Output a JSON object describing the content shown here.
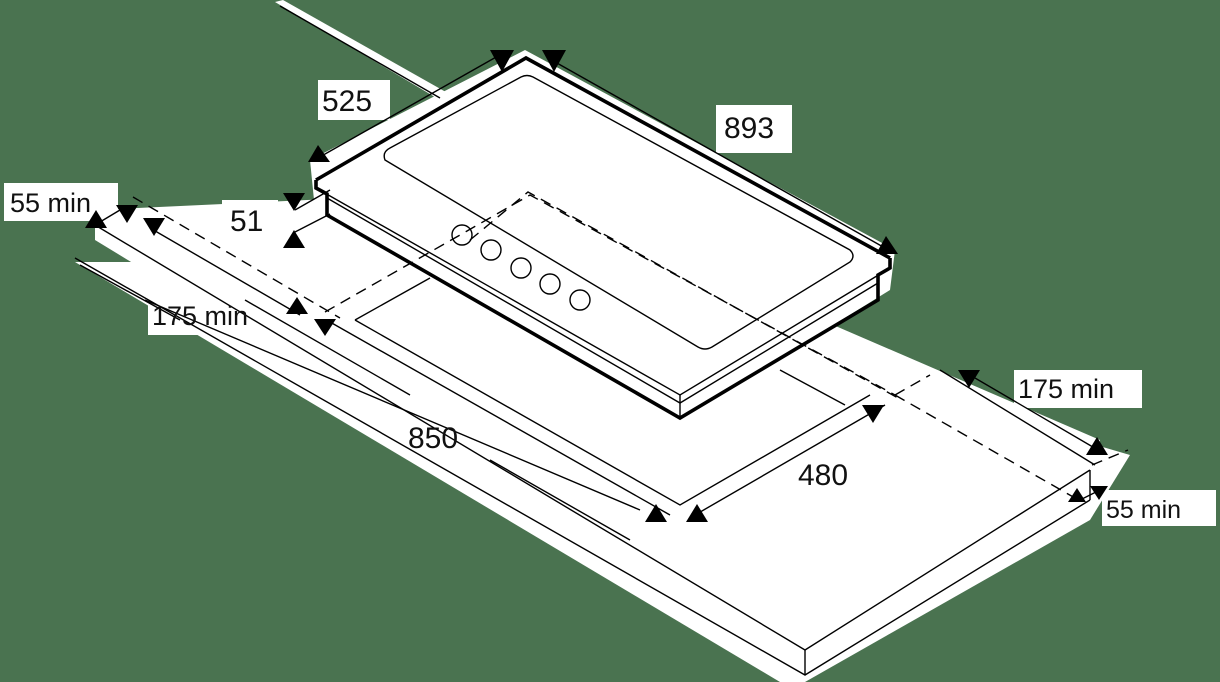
{
  "diagram": {
    "type": "installation-dimensions",
    "subject": "built-in hob over worktop cut-out",
    "background_color": "#4a7350",
    "line_color": "#000000",
    "fill_color": "#ffffff",
    "hob": {
      "control_knobs": 5
    },
    "dimensions": {
      "hob_depth": "525",
      "hob_width": "893",
      "hob_height": "51",
      "cutout_width": "850",
      "cutout_depth": "480",
      "left_side_clearance": "175 min",
      "left_back_clearance": "55 min",
      "right_side_clearance": "175 min",
      "right_front_clearance": "55 min"
    }
  }
}
